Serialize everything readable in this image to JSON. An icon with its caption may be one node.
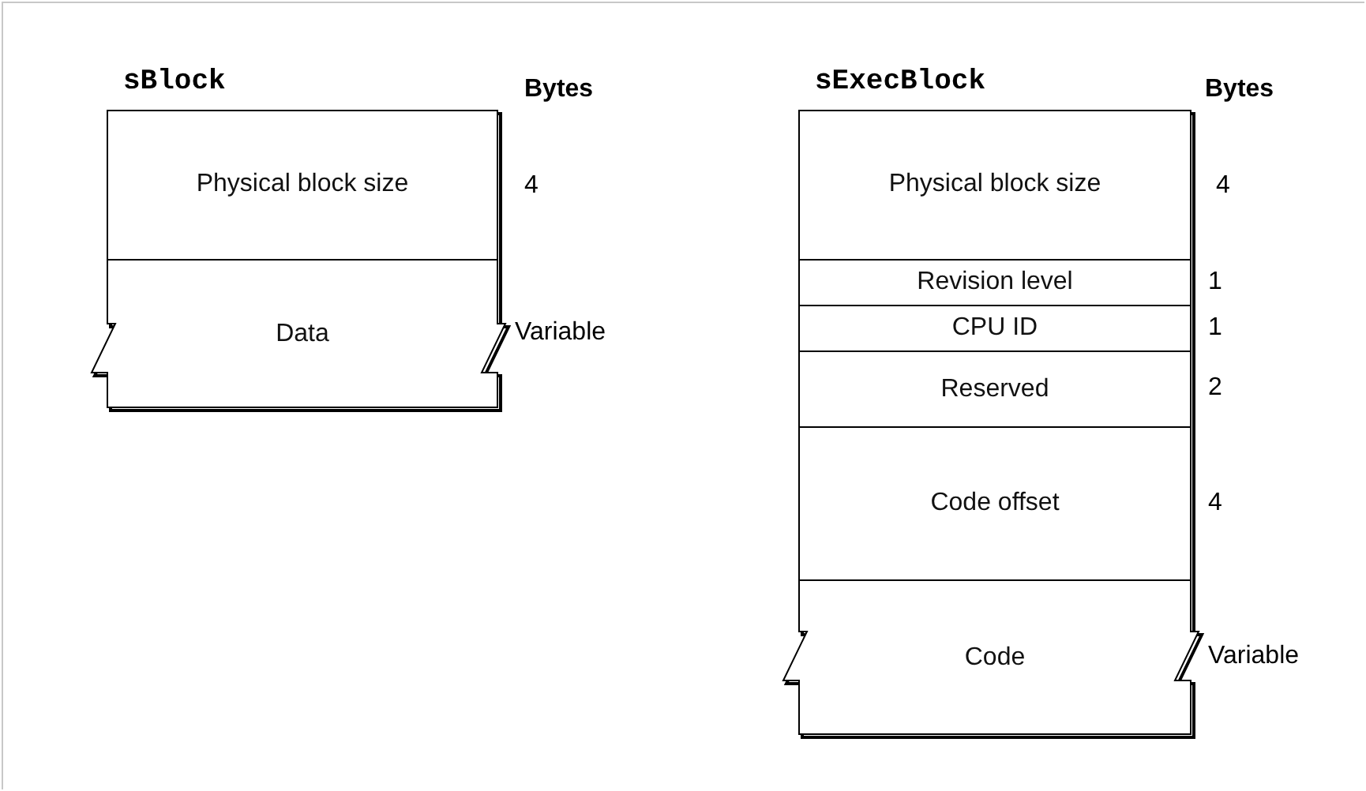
{
  "diagram": {
    "nodes": [
      {
        "text": [
          "sBlock"
        ]
      },
      {
        "text": [
          "Physical block size"
        ],
        "in": 0
      },
      {
        "text": [
          "Data"
        ],
        "in": 0,
        "beside": [
          "Variable"
        ]
      },
      {
        "text": [
          "sExecBlock"
        ]
      },
      {
        "text": [
          "Physical block size"
        ],
        "in": 3
      },
      {
        "text": [
          "Revision level"
        ],
        "in": 3,
        "beside": [
          "1"
        ]
      },
      {
        "text": [
          "CPU ID"
        ],
        "in": 3,
        "beside": [
          "1"
        ]
      },
      {
        "text": [
          "Reserved"
        ],
        "in": 3,
        "beside": [
          "2"
        ]
      },
      {
        "text": [
          "Code offset"
        ],
        "in": 3,
        "beside": [
          "4"
        ]
      },
      {
        "text": [
          "Code"
        ],
        "in": 3,
        "beside": [
          "Variable"
        ]
      }
    ],
    "labels": [
      "Bytes",
      "Bytes",
      "4",
      "4"
    ]
  }
}
